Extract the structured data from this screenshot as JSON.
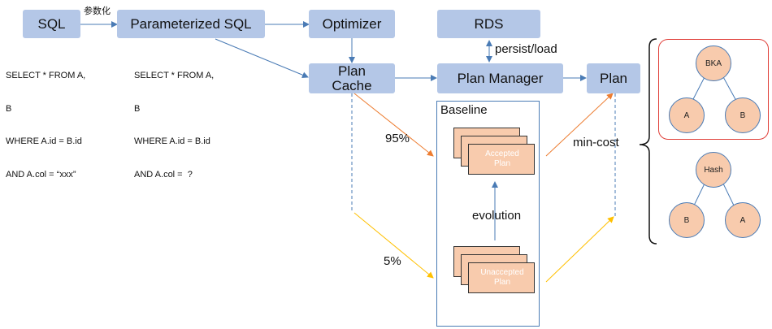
{
  "boxes": {
    "sql": "SQL",
    "parameterized_sql": "Parameterized SQL",
    "optimizer": "Optimizer",
    "rds": "RDS",
    "plan_cache_line1": "Plan",
    "plan_cache_line2": "Cache",
    "plan_manager": "Plan Manager",
    "plan": "Plan"
  },
  "labels": {
    "parameterize": "参数化",
    "persist_load": "persist/load",
    "baseline": "Baseline",
    "pct_95": "95%",
    "pct_5": "5%",
    "evolution": "evolution",
    "min_cost": "min-cost"
  },
  "sql_text": {
    "original": [
      "SELECT * FROM A,",
      "B",
      "WHERE A.id = B.id",
      "AND A.col = “xxx”"
    ],
    "parameterized": [
      "SELECT * FROM A,",
      "B",
      "WHERE A.id = B.id",
      "AND A.col =  ?"
    ]
  },
  "cards": {
    "accepted": [
      "Accepted",
      "Plan"
    ],
    "unaccepted": [
      "Unaccepted",
      "Plan"
    ]
  },
  "trees": {
    "top": {
      "root": "BKA",
      "left": "A",
      "right": "B"
    },
    "bottom": {
      "root": "Hash",
      "left": "B",
      "right": "A"
    }
  },
  "colors": {
    "box_fill": "#b4c7e7",
    "arrow_blue": "#4a7bb5",
    "arrow_orange": "#ed7d31",
    "arrow_yellow": "#ffc000",
    "card_fill": "#f8cbad",
    "highlight_red": "#e0403a"
  }
}
